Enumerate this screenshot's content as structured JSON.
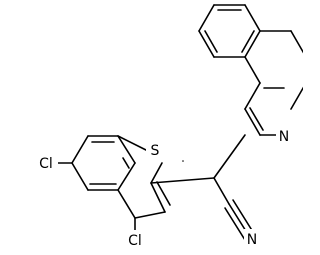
{
  "molecule": {
    "atoms": {
      "sulfur": "S",
      "isoquinoline_nitrogen": "N",
      "nitrile_nitrogen": "N",
      "chlorine_6": "Cl",
      "chlorine_3": "Cl"
    }
  },
  "colors": {
    "bond": "#000000",
    "label": "#000000",
    "background": "#ffffff"
  }
}
